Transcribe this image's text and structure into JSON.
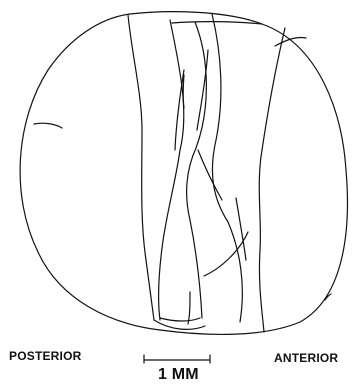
{
  "labels": {
    "left": "POSTERIOR",
    "right": "ANTERIOR",
    "scale": "1 MM"
  },
  "colors": {
    "ink": "#111111",
    "background": "#ffffff"
  }
}
